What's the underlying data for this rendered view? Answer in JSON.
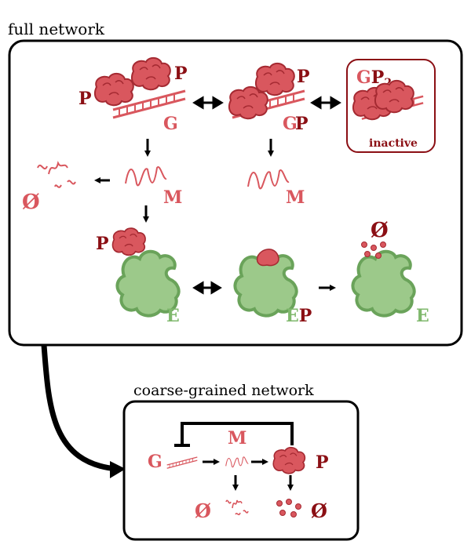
{
  "titles": {
    "full": "full network",
    "coarse": "coarse-grained network"
  },
  "labels": {
    "P": "P",
    "G": "G",
    "M": "M",
    "E": "E",
    "GP2_main": "GP",
    "GP2_sub": "2",
    "inactive": "inactive",
    "null": "Ø"
  },
  "colors": {
    "protein": "#d9575e",
    "protein_stroke": "#a52a32",
    "label_dark": "#8b0f14",
    "label_light": "#d9575e",
    "enzyme": "#9cc98a",
    "enzyme_stroke": "#6aa35a",
    "enzyme_label": "#7fb86c",
    "border": "#000000"
  }
}
